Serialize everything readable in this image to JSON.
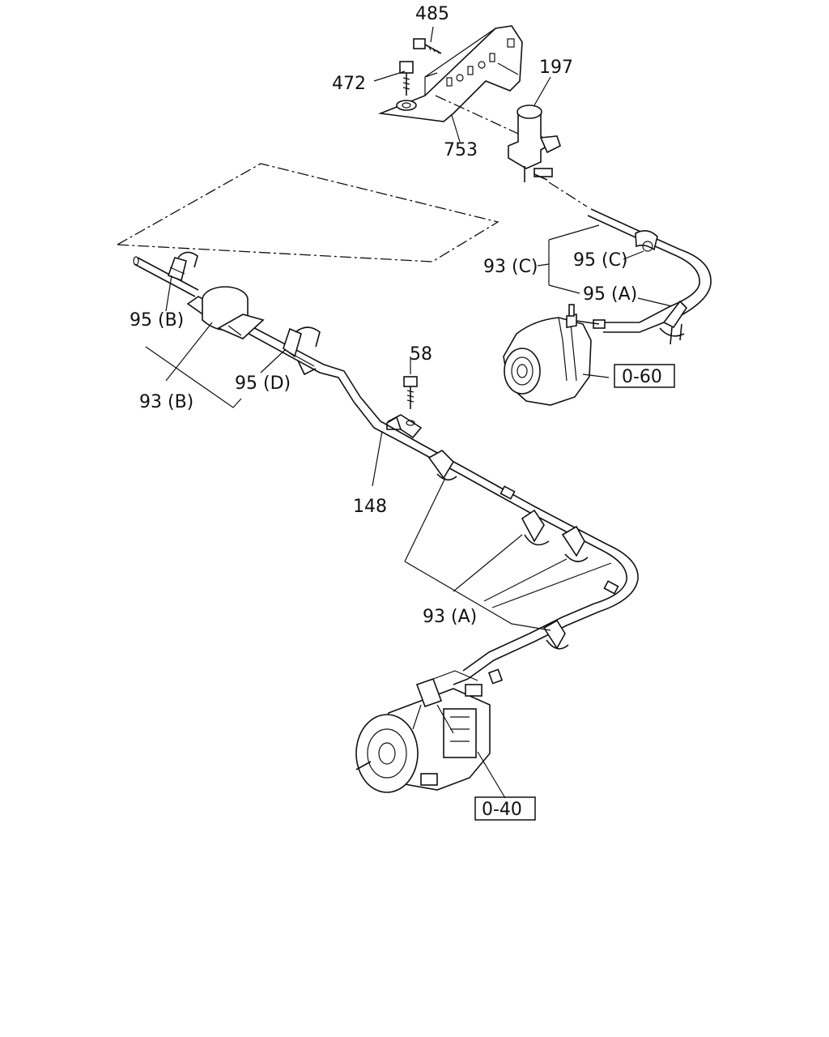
{
  "callouts": {
    "c485": "485",
    "c472": "472",
    "c197": "197",
    "c753": "753",
    "c93C": "93 (C)",
    "c95C": "95 (C)",
    "c95A": "95 (A)",
    "c95B": "95 (B)",
    "c93B": "93 (B)",
    "c95D": "95 (D)",
    "c58": "58",
    "c148": "148",
    "c93A": "93 (A)"
  },
  "references": {
    "r060": "0-60",
    "r040": "0-40"
  },
  "style": {
    "line_color": "#111111",
    "background": "#ffffff"
  }
}
